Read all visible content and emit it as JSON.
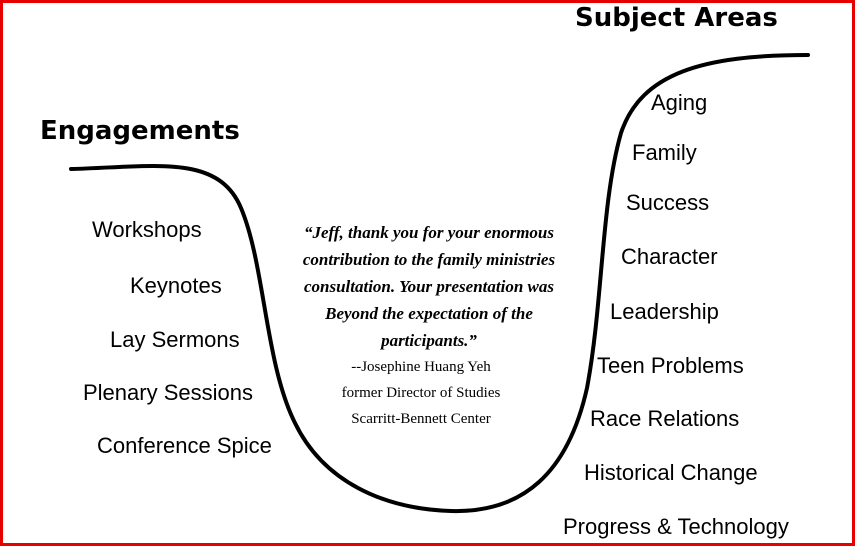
{
  "headings": {
    "engagements": "Engagements",
    "subject_areas": "Subject Areas"
  },
  "engagements": [
    "Workshops",
    "Keynotes",
    "Lay Sermons",
    "Plenary Sessions",
    "Conference Spice"
  ],
  "subject_areas": [
    "Aging",
    "Family",
    "Success",
    "Character",
    "Leadership",
    "Teen Problems",
    "Race Relations",
    "Historical Change",
    "Progress & Technology"
  ],
  "quote": {
    "lines": [
      "“Jeff, thank you for your enormous",
      "contribution to the family ministries",
      "consultation. Your presentation was",
      "Beyond the expectation of the",
      "participants.”"
    ],
    "attribution": [
      "--Josephine Huang Yeh",
      "former Director of Studies",
      "Scarritt-Bennett Center"
    ]
  },
  "colors": {
    "border": "#e60000",
    "curve": "#000000",
    "text": "#000000"
  }
}
